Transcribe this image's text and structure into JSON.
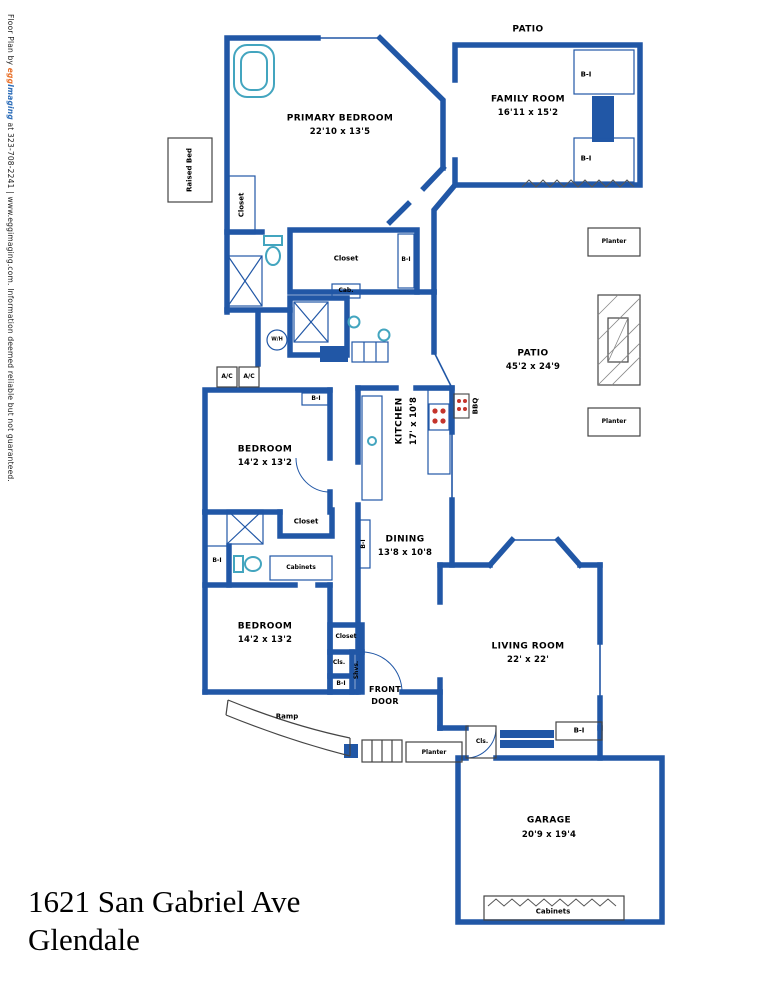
{
  "colors": {
    "wall": "#2157a6",
    "fixture": "#43a5bf",
    "accent_red": "#c4342b",
    "logo_orange": "#e8702a",
    "logo_blue": "#2b6cb8"
  },
  "address": {
    "line1": "1621 San Gabriel Ave",
    "line2": "Glendale"
  },
  "watermark": {
    "prefix": "Floor Plan by ",
    "logo_egg": "egg",
    "logo_imaging": "Imaging",
    "suffix": " at 323-708-2241 | www.eggimaging.com. Information deemed reliable but not guaranteed."
  },
  "rooms": {
    "patio_top": {
      "name": "PATIO"
    },
    "family_room": {
      "name": "FAMILY ROOM",
      "dims": "16'11 x 15'2"
    },
    "primary_bedroom": {
      "name": "PRIMARY BEDROOM",
      "dims": "22'10 x 13'5"
    },
    "kitchen": {
      "name": "KITCHEN",
      "dims": "17' x 10'8"
    },
    "patio_main": {
      "name": "PATIO",
      "dims": "45'2 x 24'9"
    },
    "bedroom_1": {
      "name": "BEDROOM",
      "dims": "14'2 x 13'2"
    },
    "dining": {
      "name": "DINING",
      "dims": "13'8 x 10'8"
    },
    "bedroom_2": {
      "name": "BEDROOM",
      "dims": "14'2 x 13'2"
    },
    "living_room": {
      "name": "LIVING ROOM",
      "dims": "22' x 22'"
    },
    "garage": {
      "name": "GARAGE",
      "dims": "20'9 x 19'4"
    }
  },
  "features": {
    "bi": "B-I",
    "closet": "Closet",
    "cls": "Cls.",
    "cab": "Cab.",
    "cabinets": "Cabinets",
    "planter": "Planter",
    "ac": "A/C",
    "wh": "W/H",
    "shvs": "Shvs.",
    "bbq": "BBQ",
    "ramp": "Ramp",
    "raised_bed": "Raised Bed",
    "front_door_1": "FRONT",
    "front_door_2": "DOOR"
  }
}
